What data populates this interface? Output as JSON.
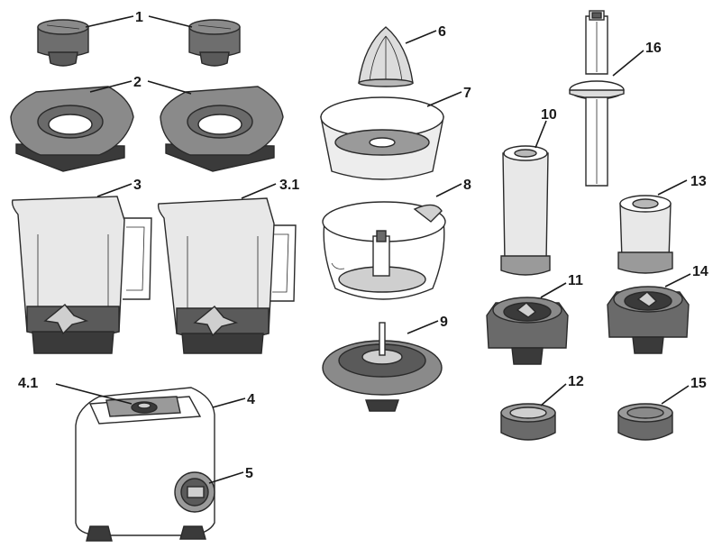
{
  "diagram": {
    "labels": {
      "p1": "1",
      "p2": "2",
      "p3": "3",
      "p3_1": "3.1",
      "p4": "4",
      "p4_1": "4.1",
      "p5": "5",
      "p6": "6",
      "p7": "7",
      "p8": "8",
      "p9": "9",
      "p10": "10",
      "p11": "11",
      "p12": "12",
      "p13": "13",
      "p14": "14",
      "p15": "15",
      "p16": "16"
    },
    "colors": {
      "dark": "#5a5a5a",
      "mid": "#9a9a9a",
      "light": "#d6d6d6",
      "white": "#ffffff",
      "line": "#1a1a1a"
    }
  }
}
